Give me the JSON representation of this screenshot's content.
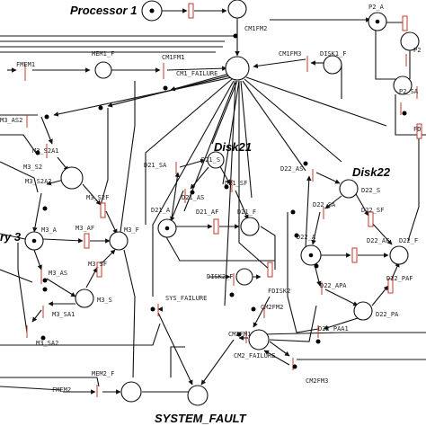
{
  "diagram": {
    "titles": {
      "processor": "Processor 1",
      "disk21": "Disk21",
      "disk22": "Disk22",
      "memory_fragment": "ry 3",
      "system_fault": "SYSTEM_FAULT"
    },
    "labels": {
      "cm1fm2": "CM1FM2",
      "p2_a": "P2_A",
      "p2_fragment": "P2",
      "fmem1": "FMEM1",
      "mem1_f": "MEM1_F",
      "cm1fm1": "CM1FM1",
      "cm1_failure": "CM1_FAILURE",
      "cm1fm3": "CM1FM3",
      "disk1_f": "DISK1_F",
      "p2_sa": "P2_SA",
      "fd_fragment": "FD",
      "m3_as2": "M3_AS2",
      "m3_s2a1": "M3_S2A1",
      "m3_s2": "M3_S2",
      "m3_s2a2": "M3_S2A2",
      "m3_s2f": "M3_S2F",
      "m3_a": "M3_A",
      "m3_af": "M3_AF",
      "m3_f": "M3_F",
      "m3_as": "M3_AS",
      "m3_sf": "M3_SF",
      "m3_s": "M3_S",
      "m3_sa1": "M3_SA1",
      "m3_sa2": "M3_SA2",
      "d21_sa": "D21_SA",
      "d21_s": "D21_S",
      "d21_as": "D21_AS",
      "d21_sf": "D21_SF",
      "d21_a": "D21_A",
      "d21_af": "D21_AF",
      "d21_f": "D21_F",
      "d22_as": "D22_AS",
      "d22_s": "D22_S",
      "d22_sa": "D22_SA",
      "d22_sf": "D22_SF",
      "d22_a": "D22_A",
      "d22_af": "D22_AF",
      "d22_f": "D22_F",
      "disk2_f": "DISK2_F",
      "fdisk2": "FDISK2",
      "d22_apa": "D22_APA",
      "d22_paf": "D22_PAF",
      "d22_paa1": "D22_PAA1",
      "d22_pa": "D22_PA",
      "sys_failure": "SYS_FAILURE",
      "cm2fm2": "CM2FM2",
      "cm2fm1": "CM2FM1",
      "cm2_failure": "CM2_FAILURE",
      "cm2fm3": "CM2FM3",
      "fmem2": "FMEM2",
      "mem2_f": "MEM2_F"
    }
  }
}
